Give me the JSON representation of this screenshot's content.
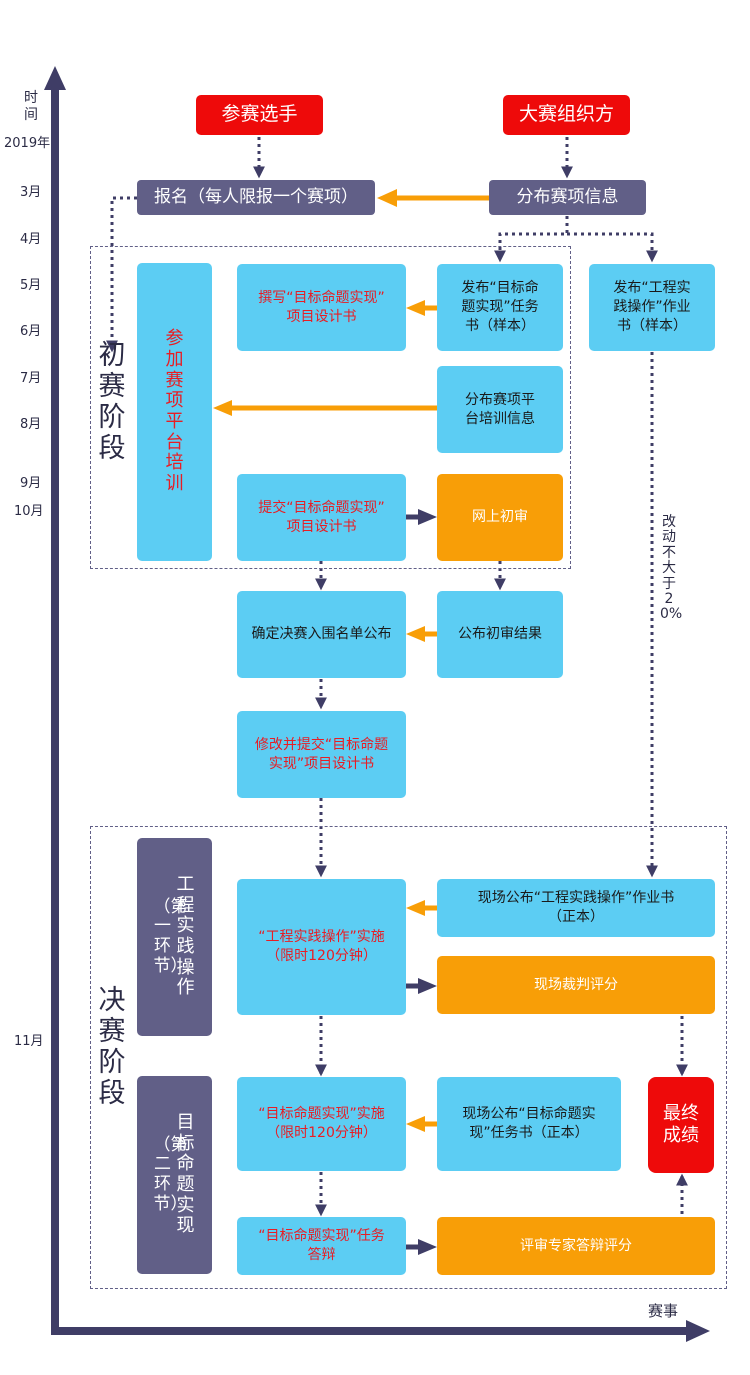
{
  "axis": {
    "y_title": "时\n间",
    "x_title": "赛事",
    "year": "2019年",
    "months": [
      "3月",
      "4月",
      "5月",
      "6月",
      "7月",
      "8月",
      "9月",
      "10月",
      "11月"
    ]
  },
  "stages": {
    "preliminary": "初赛阶段",
    "final": "决赛阶段"
  },
  "top": {
    "participant": "参赛选手",
    "organizer": "大赛组织方",
    "register": "报名（每人限报一个赛项）",
    "publish_info": "分布赛项信息"
  },
  "preliminary": {
    "platform_training": "参加赛项平台培训",
    "write_design": "撰写“目标命题实现”\n项目设计书",
    "publish_task_sample": "发布“目标命\n题实现”任务\n书（样本）",
    "publish_training_info": "分布赛项平\n台培训信息",
    "submit_design": "提交“目标命题实现”\n项目设计书",
    "online_review": "网上初审",
    "publish_work_sample": "发布“工程实\n践操作”作业\n书（样本）",
    "change_note": "改动不大于20%"
  },
  "middle": {
    "finalist_list": "确定决赛入围名单公布",
    "publish_result": "公布初审结果",
    "revise_design": "修改并提交“目标命题\n实现”项目设计书"
  },
  "final": {
    "section1": "工程实践操作",
    "section1_sub": "（第一环节）",
    "practice_exec": "“工程实践操作”实施\n（限时120分钟）",
    "publish_work_official": "现场公布“工程实践操作”作业书\n（正本）",
    "judge_score": "现场裁判评分",
    "section2": "目标命题实现",
    "section2_sub": "（第二环节）",
    "target_exec": "“目标命题实现”实施\n（限时120分钟）",
    "publish_task_official": "现场公布“目标命题实\n现”任务书（正本）",
    "final_score": "最终成绩",
    "task_defense": "“目标命题实现”任务\n答辩",
    "expert_score": "评审专家答辩评分"
  },
  "colors": {
    "red": "#ee0a0a",
    "navy": "#615f87",
    "blue": "#5ccdf3",
    "orange": "#f89e07",
    "red_text": "#e81d24"
  }
}
